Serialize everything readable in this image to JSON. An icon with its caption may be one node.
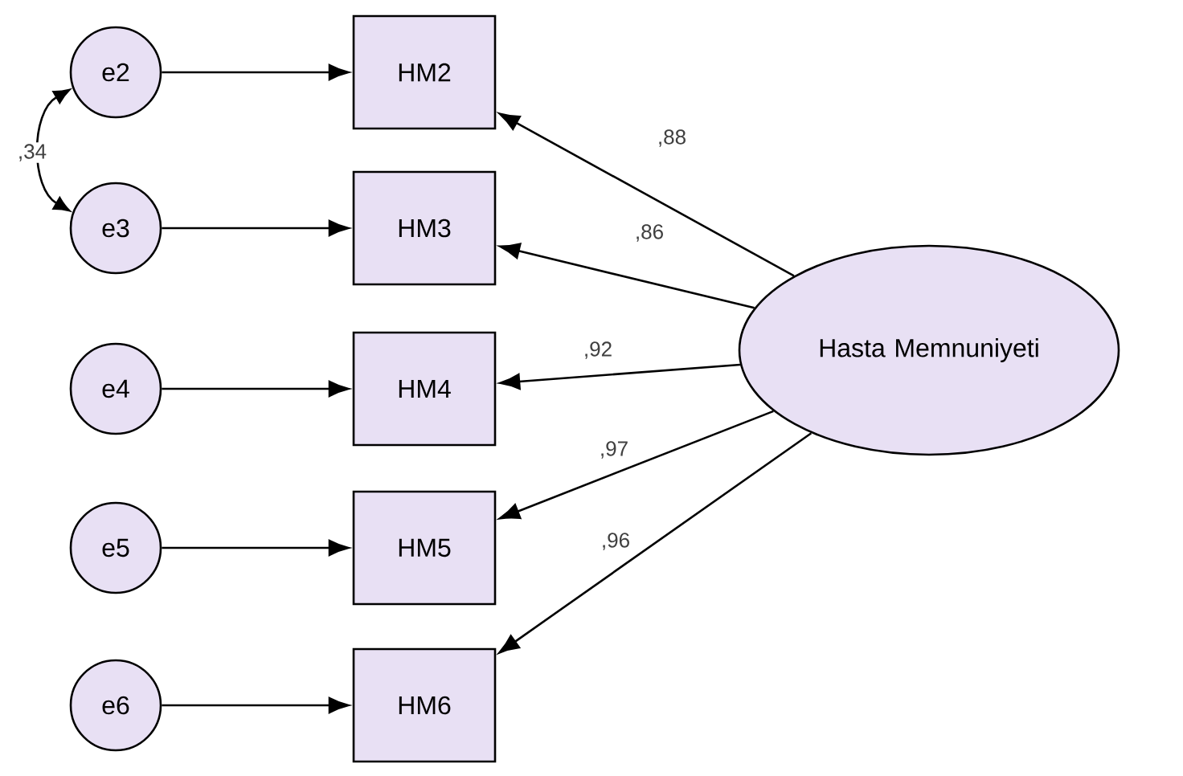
{
  "diagram": {
    "nodes": [
      {
        "text": [
          "e2"
        ]
      },
      {
        "text": [
          "e3"
        ]
      },
      {
        "text": [
          "e4"
        ]
      },
      {
        "text": [
          "e5"
        ]
      },
      {
        "text": [
          "e6"
        ]
      },
      {
        "text": [
          "HM2"
        ]
      },
      {
        "text": [
          "HM3"
        ]
      },
      {
        "text": [
          "HM4"
        ]
      },
      {
        "text": [
          "HM5"
        ]
      },
      {
        "text": [
          "HM6"
        ]
      },
      {
        "text": [
          "Hasta Memnuniyeti"
        ]
      }
    ],
    "edges": [
      {
        "from": 0,
        "to": 5,
        "arrow": "to"
      },
      {
        "from": 1,
        "to": 6,
        "arrow": "to"
      },
      {
        "from": 2,
        "to": 7,
        "arrow": "to"
      },
      {
        "from": 3,
        "to": 8,
        "arrow": "to"
      },
      {
        "from": 4,
        "to": 9,
        "arrow": "to"
      },
      {
        "from": 10,
        "to": 5,
        "arrow": "to",
        "label": ",88"
      },
      {
        "from": 10,
        "to": 6,
        "arrow": "to",
        "label": ",86"
      },
      {
        "from": 10,
        "to": 7,
        "arrow": "to",
        "label": ",92"
      },
      {
        "from": 10,
        "to": 8,
        "arrow": "to",
        "label": ",97"
      },
      {
        "from": 10,
        "to": 9,
        "arrow": "to",
        "label": ",96"
      },
      {
        "from": 0,
        "to": 1,
        "arrow": "both",
        "label": ",34"
      }
    ]
  }
}
